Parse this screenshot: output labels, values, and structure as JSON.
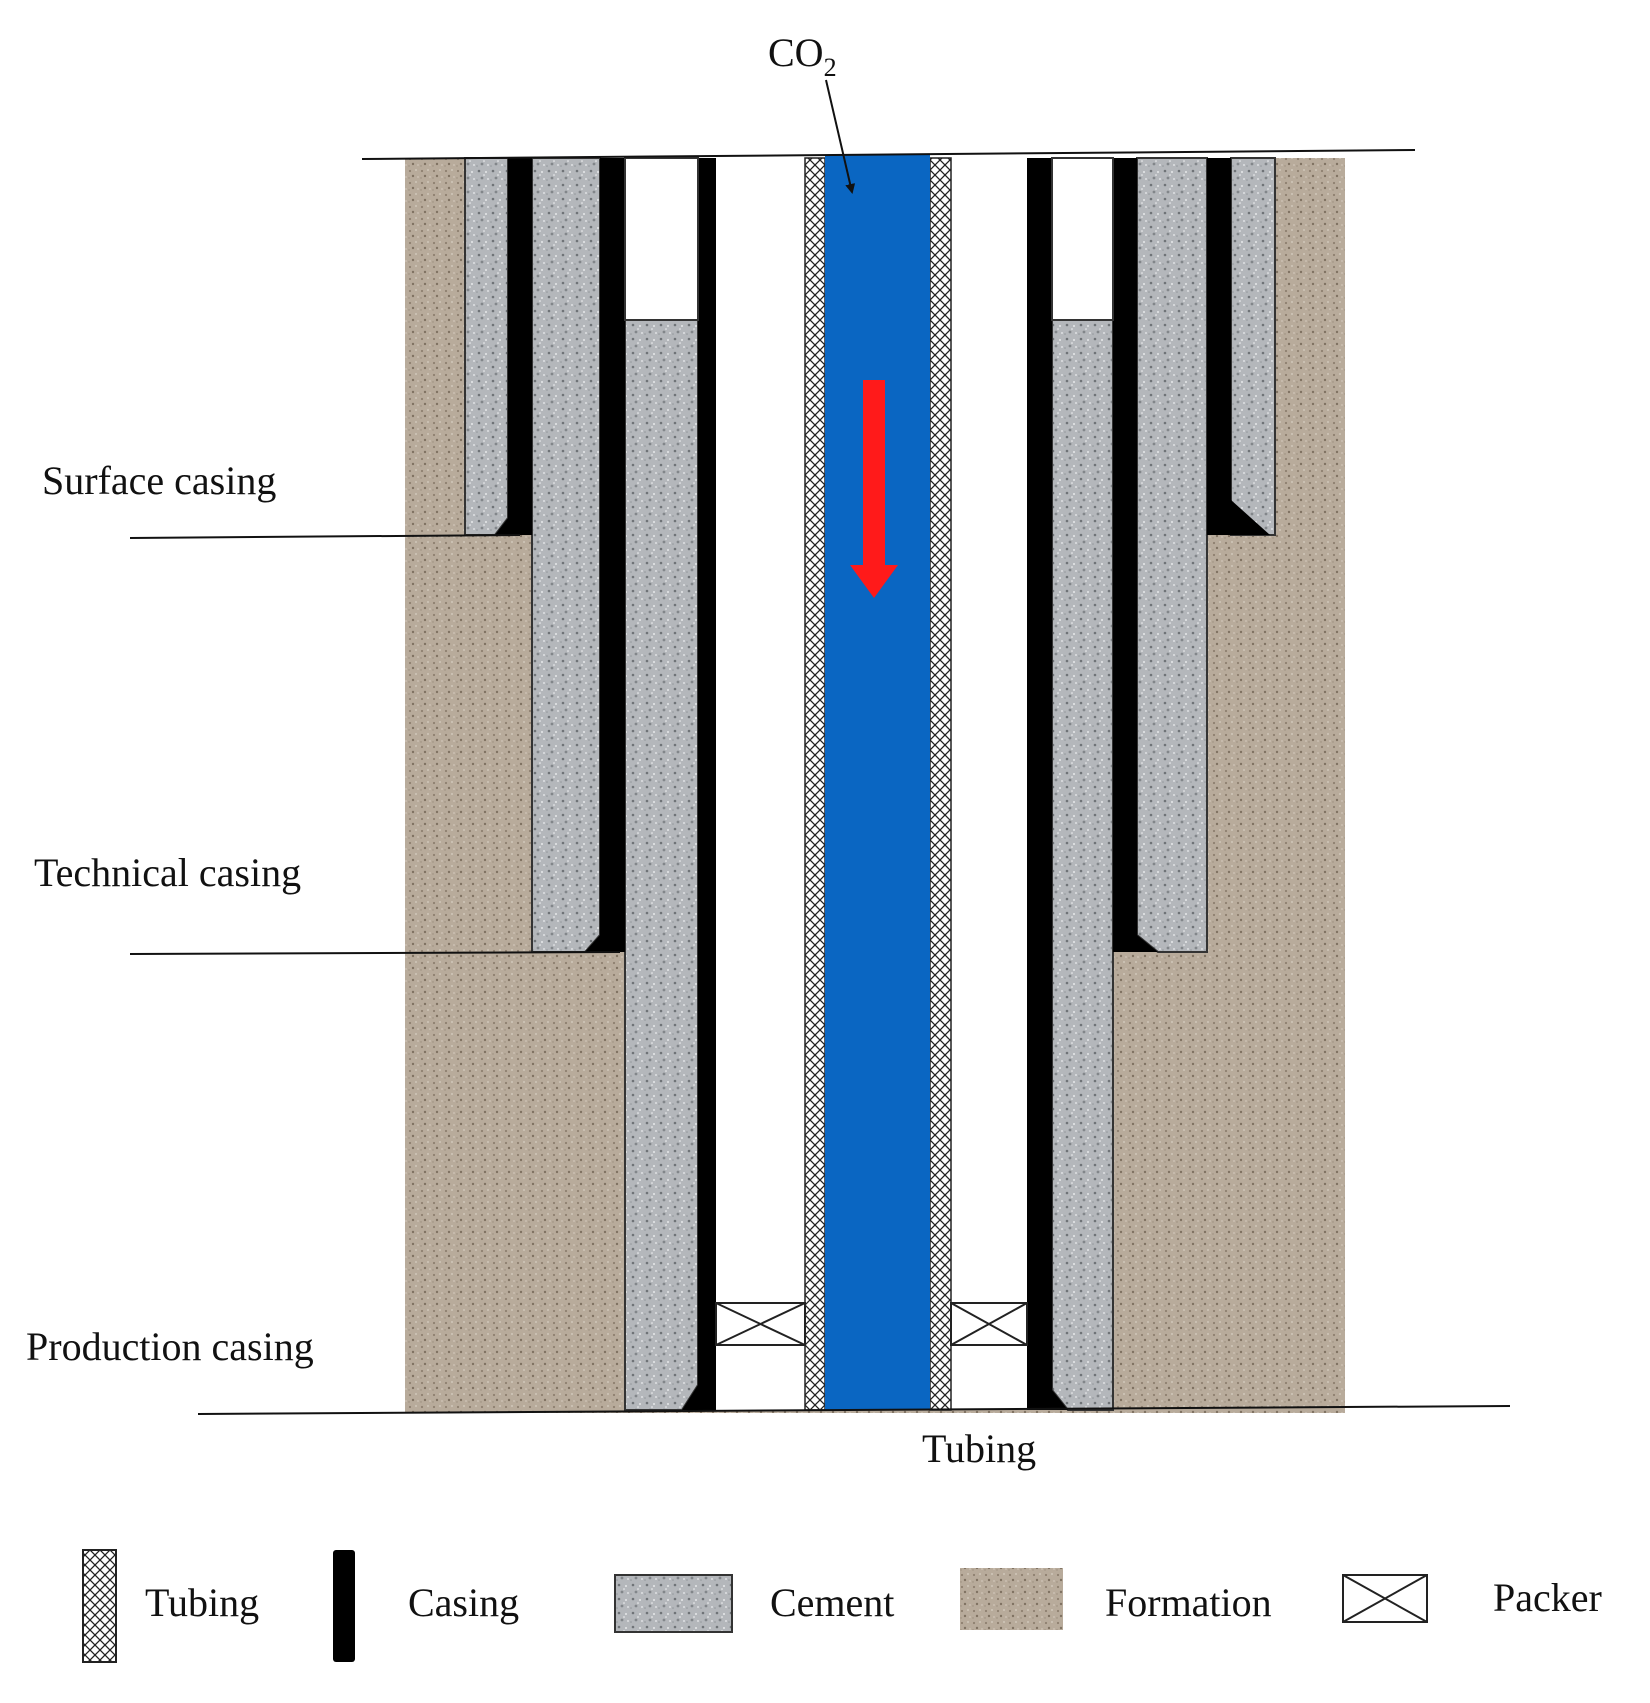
{
  "labels": {
    "co2": "CO",
    "co2_subscript": "2",
    "surface_casing": "Surface casing",
    "technical_casing": "Technical casing",
    "production_casing": "Production casing",
    "tubing": "Tubing"
  },
  "legend": {
    "tubing": "Tubing",
    "casing": "Casing",
    "cement": "Cement",
    "formation": "Formation",
    "packer": "Packer"
  },
  "colors": {
    "co2_fill": "#0a66c2",
    "flow_arrow": "#ff0000",
    "formation": "#b5a898",
    "cement": "#b7babd",
    "casing": "#000000"
  }
}
